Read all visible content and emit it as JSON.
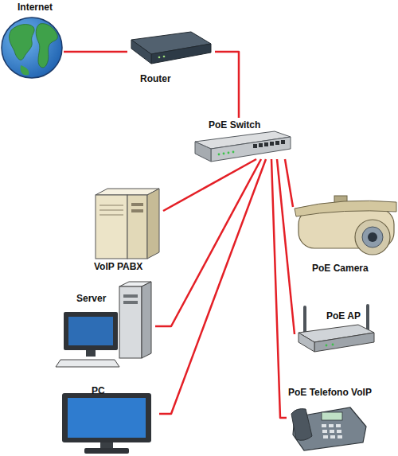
{
  "diagram": {
    "nodes": [
      {
        "text": [
          "Internet"
        ]
      },
      {
        "text": [
          "Router"
        ]
      },
      {
        "text": [
          "PoE Switch"
        ]
      },
      {
        "text": [
          "VoIP PABX"
        ]
      },
      {
        "text": [
          "Server"
        ]
      },
      {
        "text": [
          "PC"
        ]
      },
      {
        "text": [
          "PoE Camera"
        ]
      },
      {
        "text": [
          "PoE AP"
        ]
      },
      {
        "text": [
          "PoE Telefono VoIP"
        ]
      }
    ],
    "edges": [
      {
        "from": 0,
        "to": 1,
        "arrow": "none"
      },
      {
        "from": 1,
        "to": 2,
        "arrow": "none"
      },
      {
        "from": 2,
        "to": 3,
        "arrow": "none"
      },
      {
        "from": 2,
        "to": 4,
        "arrow": "none"
      },
      {
        "from": 2,
        "to": 5,
        "arrow": "none"
      },
      {
        "from": 2,
        "to": 6,
        "arrow": "none"
      },
      {
        "from": 2,
        "to": 7,
        "arrow": "none"
      },
      {
        "from": 2,
        "to": 8,
        "arrow": "none"
      }
    ]
  }
}
